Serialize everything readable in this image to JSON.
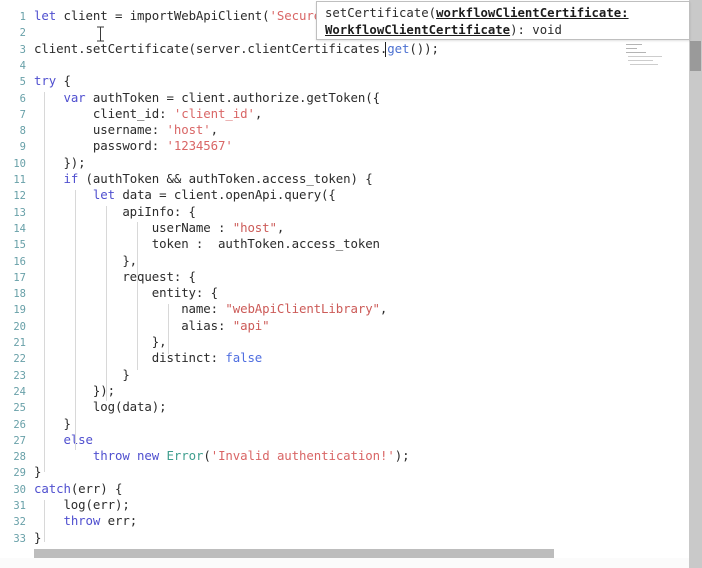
{
  "editor": {
    "language": "javascript",
    "total_lines": 33,
    "current_line": 3,
    "colors": {
      "background": "#ffffff",
      "line_number": "#68a0a8",
      "keyword": "#4f4fcf",
      "string": "#d96666",
      "type": "#3f9e8e",
      "function": "#4a6fd0",
      "literal": "#4f6ee0",
      "current_line_highlight": "#f2f2f2",
      "indent_guide": "#d8d8d8",
      "scrollbar_track": "#c9c9c9",
      "scrollbar_thumb": "#9a9a9a"
    },
    "line_numbers": [
      "1",
      "2",
      "3",
      "4",
      "5",
      "6",
      "7",
      "8",
      "9",
      "10",
      "11",
      "12",
      "13",
      "14",
      "15",
      "16",
      "17",
      "18",
      "19",
      "20",
      "21",
      "22",
      "23",
      "24",
      "25",
      "26",
      "27",
      "28",
      "29",
      "30",
      "31",
      "32",
      "33"
    ],
    "lines": [
      {
        "n": 1,
        "text": "let client = importWebApiClient('SecureFTOS"
      },
      {
        "n": 2,
        "text": ""
      },
      {
        "n": 3,
        "text": "client.setCertificate(server.clientCertificates.get());"
      },
      {
        "n": 4,
        "text": ""
      },
      {
        "n": 5,
        "text": "try {"
      },
      {
        "n": 6,
        "text": "    var authToken = client.authorize.getToken({"
      },
      {
        "n": 7,
        "text": "        client_id: 'client_id',"
      },
      {
        "n": 8,
        "text": "        username: 'host',"
      },
      {
        "n": 9,
        "text": "        password: '1234567'"
      },
      {
        "n": 10,
        "text": "    });"
      },
      {
        "n": 11,
        "text": "    if (authToken && authToken.access_token) {"
      },
      {
        "n": 12,
        "text": "        let data = client.openApi.query({"
      },
      {
        "n": 13,
        "text": "            apiInfo: {"
      },
      {
        "n": 14,
        "text": "                userName : \"host\","
      },
      {
        "n": 15,
        "text": "                token :  authToken.access_token"
      },
      {
        "n": 16,
        "text": "            },"
      },
      {
        "n": 17,
        "text": "            request: {"
      },
      {
        "n": 18,
        "text": "                entity: {"
      },
      {
        "n": 19,
        "text": "                    name: \"webApiClientLibrary\","
      },
      {
        "n": 20,
        "text": "                    alias: \"api\""
      },
      {
        "n": 21,
        "text": "                },"
      },
      {
        "n": 22,
        "text": "                distinct: false"
      },
      {
        "n": 23,
        "text": "            }"
      },
      {
        "n": 24,
        "text": "        });"
      },
      {
        "n": 25,
        "text": "        log(data);"
      },
      {
        "n": 26,
        "text": "    }"
      },
      {
        "n": 27,
        "text": "    else"
      },
      {
        "n": 28,
        "text": "        throw new Error('Invalid authentication!');"
      },
      {
        "n": 29,
        "text": "}"
      },
      {
        "n": 30,
        "text": "catch(err) {"
      },
      {
        "n": 31,
        "text": "    log(err);"
      },
      {
        "n": 32,
        "text": "    throw err;"
      },
      {
        "n": 33,
        "text": "}"
      }
    ]
  },
  "signature_tooltip": {
    "line1_prefix": "setCertificate(",
    "line1_param": "workflowClientCertificate:",
    "line2_param": "WorkflowClientCertificate",
    "line2_suffix": "): void"
  },
  "scrollbars": {
    "vertical_name": "vertical-scrollbar",
    "horizontal_name": "horizontal-scrollbar"
  }
}
